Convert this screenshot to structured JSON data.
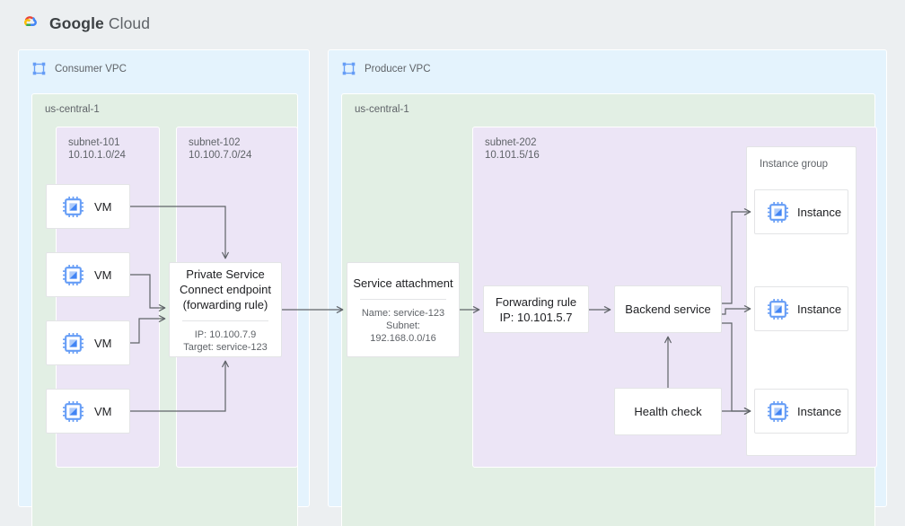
{
  "header": {
    "brand_google": "Google",
    "brand_cloud": "Cloud",
    "logo_icon": "google-cloud-logo"
  },
  "consumer_vpc": {
    "title": "Consumer VPC",
    "icon": "vpc-icon",
    "region": "us-central-1",
    "subnet_101": {
      "name": "subnet-101",
      "cidr": "10.10.1.0/24",
      "label": "subnet-101\n10.10.1.0/24"
    },
    "subnet_102": {
      "name": "subnet-102",
      "cidr": "10.100.7.0/24",
      "label": "subnet-102\n10.100.7.0/24"
    },
    "vms": [
      {
        "label": "VM",
        "icon": "chip-icon"
      },
      {
        "label": "VM",
        "icon": "chip-icon"
      },
      {
        "label": "VM",
        "icon": "chip-icon"
      },
      {
        "label": "VM",
        "icon": "chip-icon"
      }
    ],
    "psc_endpoint": {
      "title": "Private Service\nConnect endpoint\n(forwarding rule)",
      "details": "IP: 10.100.7.9\nTarget: service-123",
      "ip": "10.100.7.9",
      "target": "service-123"
    }
  },
  "producer_vpc": {
    "title": "Producer VPC",
    "icon": "vpc-icon",
    "region": "us-central-1",
    "service_attachment": {
      "title": "Service attachment",
      "details": "Name: service-123\nSubnet:\n192.168.0.0/16",
      "name": "service-123",
      "subnet": "192.168.0.0/16"
    },
    "subnet_202": {
      "name": "subnet-202",
      "cidr": "10.101.5/16",
      "label": "subnet-202\n10.101.5/16"
    },
    "forwarding_rule": {
      "title": "Forwarding rule\nIP: 10.101.5.7",
      "ip": "10.101.5.7"
    },
    "backend_service": {
      "title": "Backend service"
    },
    "health_check": {
      "title": "Health check"
    },
    "instance_group": {
      "label": "Instance group",
      "instances": [
        {
          "label": "Instance",
          "icon": "chip-icon"
        },
        {
          "label": "Instance",
          "icon": "chip-icon"
        },
        {
          "label": "Instance",
          "icon": "chip-icon"
        }
      ]
    }
  },
  "colors": {
    "page_background": "#eceff1",
    "vpc_fill": "#e4f3fd",
    "region_fill": "#e2efe4",
    "subnet_fill": "#ece5f6",
    "node_fill": "#ffffff",
    "node_border": "#e3e4e6",
    "connector": "#5f6368",
    "icon_blue": "#669df6",
    "text_primary": "#202124",
    "text_secondary": "#5f6368",
    "logo_red": "#ea4335",
    "logo_blue": "#4285f4",
    "logo_yellow": "#fbbc04",
    "logo_green": "#34a853"
  }
}
